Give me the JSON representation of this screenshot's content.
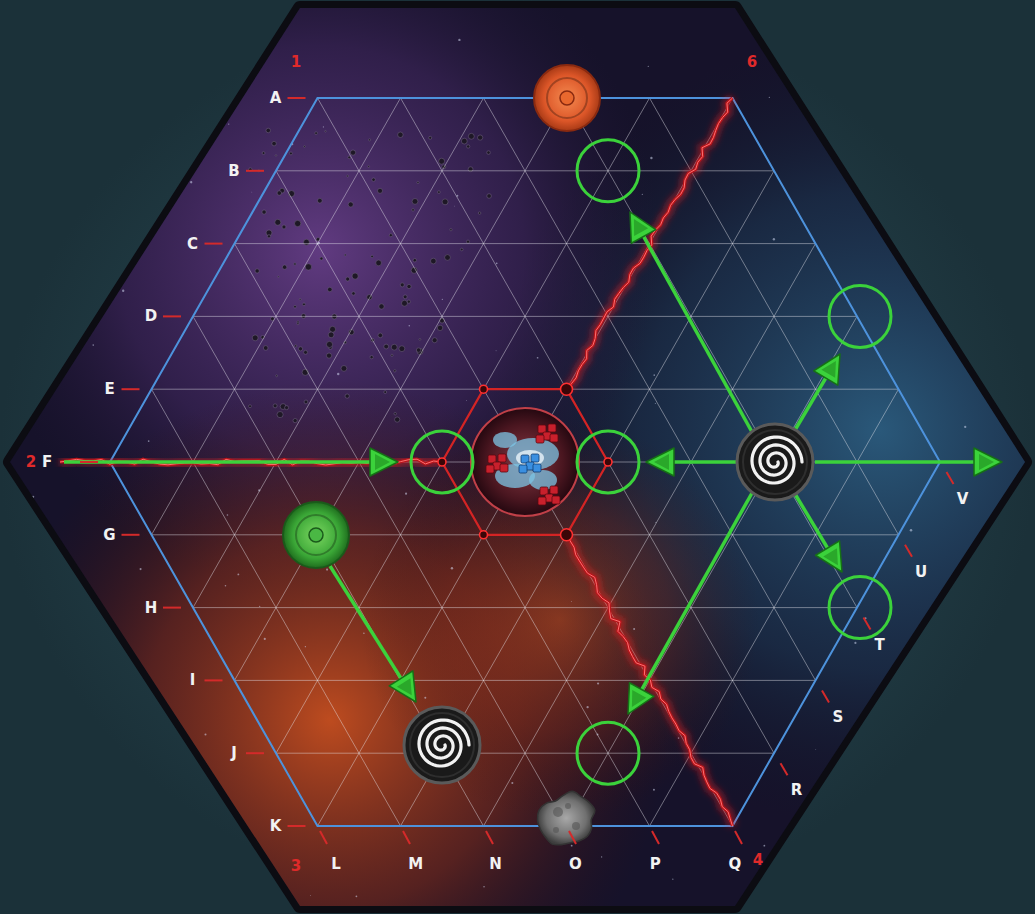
{
  "diagram": {
    "labels": [
      "1",
      "6",
      "A",
      "B",
      "C",
      "D",
      "E",
      "2",
      "F",
      "G",
      "H",
      "I",
      "J",
      "K",
      "3",
      "L",
      "M",
      "N",
      "O",
      "P",
      "Q",
      "4",
      "R",
      "S",
      "T",
      "U",
      "V"
    ]
  }
}
